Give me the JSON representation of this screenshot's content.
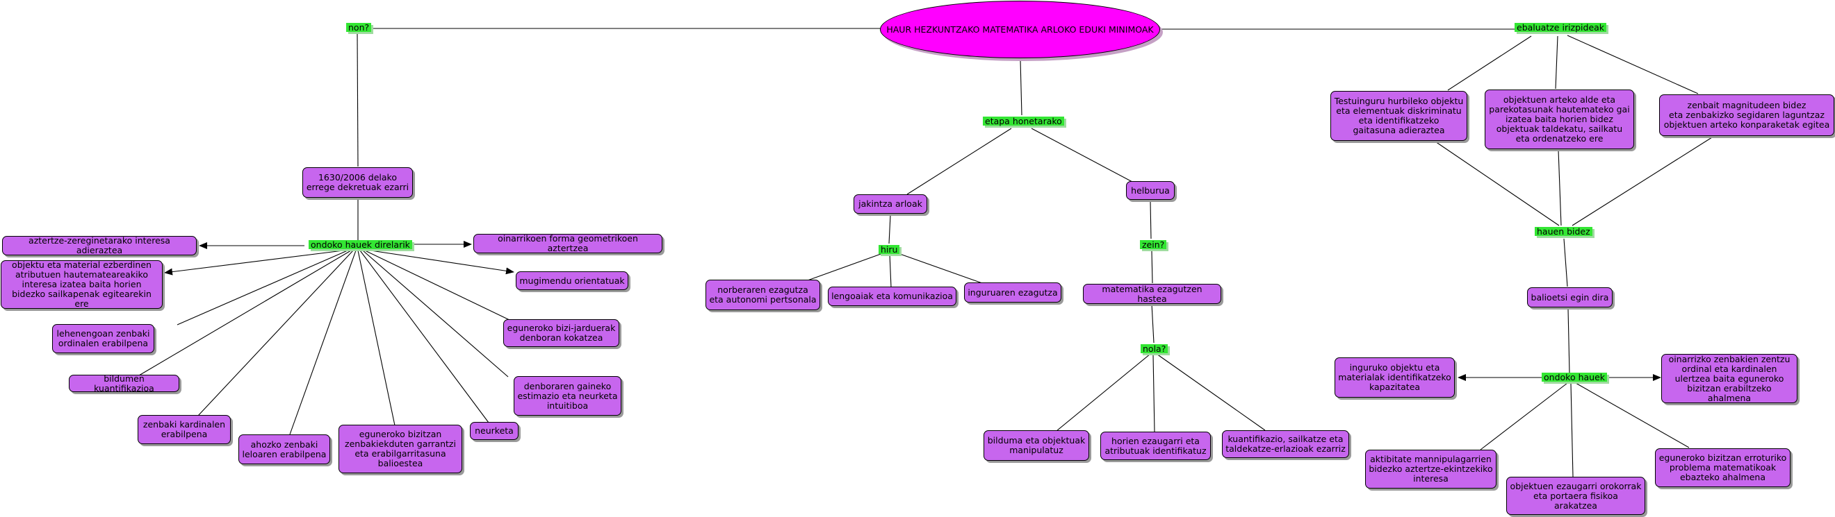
{
  "root": "HAUR HEZKUNTZAKO MATEMATIKA ARLOKO EDUKI MINIMOAK",
  "labels": {
    "non": "non?",
    "etapa": "etapa honetarako",
    "ebaluatze": "ebaluatze irizpideak",
    "ondoko_left": "ondoko hauek direlarik",
    "hiru": "hiru",
    "zein": "zein?",
    "nola": "nola?",
    "hauen_bidez": "hauen bidez",
    "ondoko_right": "ondoko hauek"
  },
  "nodes": {
    "decree": "1630/2006 delako\nerrege dekretuak ezarri",
    "aztertze": "aztertze-zereginetarako interesa adieraztea",
    "objektu_material": "objektu eta material ezberdinen\natributuen hautemateareakiko\ninteresa izatea baita horien\nbidezko sailkapenak egitearekin ere",
    "lehenengoan": "lehenengoan zenbaki\nordinalen erabilpena",
    "bildumen": "bildumen kuantifikazioa",
    "zenbaki_kardinalen": "zenbaki kardinalen\nerabilpena",
    "ahozko": "ahozko zenbaki\nleloaren erabilpena",
    "eguneroko_bizitzan": "eguneroko bizitzan\nzenbakiekduten garrantzi\neta erabilgarritasuna\nbalioestea",
    "neurketa": "neurketa",
    "denboraren": "denboraren gaineko\nestimazio eta neurketa\nintuitiboa",
    "eguneroko_jarduerak": "eguneroko bizi-jarduerak\ndenboran kokatzea",
    "mugimendu": "mugimendu orientatuak",
    "oinarrikoen": "oinarrikoen forma geometrikoen aztertzea",
    "jakintza": "jakintza arloak",
    "norberaren": "norberaren ezagutza\neta autonomi pertsonala",
    "lengoaiak": "lengoaiak eta komunikazioa",
    "inguruaren": "inguruaren ezagutza",
    "helburua": "helburua",
    "matematika_ezagutzen": "matematika ezagutzen hastea",
    "bilduma": "bilduma eta objektuak\nmanipulatuz",
    "horien_ezaugarri": "horien ezaugarri eta\natributuak identifikatuz",
    "kuantifikazio": "kuantifikazio, sailkatze eta\ntaldekatze-erlazioak ezarriz",
    "testuinguru": "Testuinguru hurbileko objektu\neta elementuak diskriminatu\neta identifikatzeko\ngaitasuna adieraztea",
    "objektuen_arteko": "objektuen arteko alde eta\nparekotasunak hautemateko gai\nizatea baita horien bidez\nobjektuak taldekatu, sailkatu\neta ordenatzeko ere",
    "zenbait": "zenbait magnitudeen bidez\neta zenbakizko segidaren laguntzaz\nobjektuen arteko konparaketak egitea",
    "balioetsi": "balioetsi egin dira",
    "inguruko": "inguruko objektu eta\nmaterialak identifikatzeko\nkapazitatea",
    "oinarrizko_zenbakien": "oinarrizko zenbakien zentzu\nordinal eta kardinalen\nulertzea baita eguneroko\nbizitzan erabiltzeko ahalmena",
    "aktibitate": "aktibitate mannipulagarrien\nbidezko aztertze-ekintzekiko\ninteresa",
    "objektuen_ezaugarri": "objektuen ezaugarri orokorrak\neta portaera fisikoa\narakatzea",
    "eguneroko_erroturiko": "eguneroko bizitzan erroturiko\nproblema matematikoak\nebazteko ahalmena"
  }
}
